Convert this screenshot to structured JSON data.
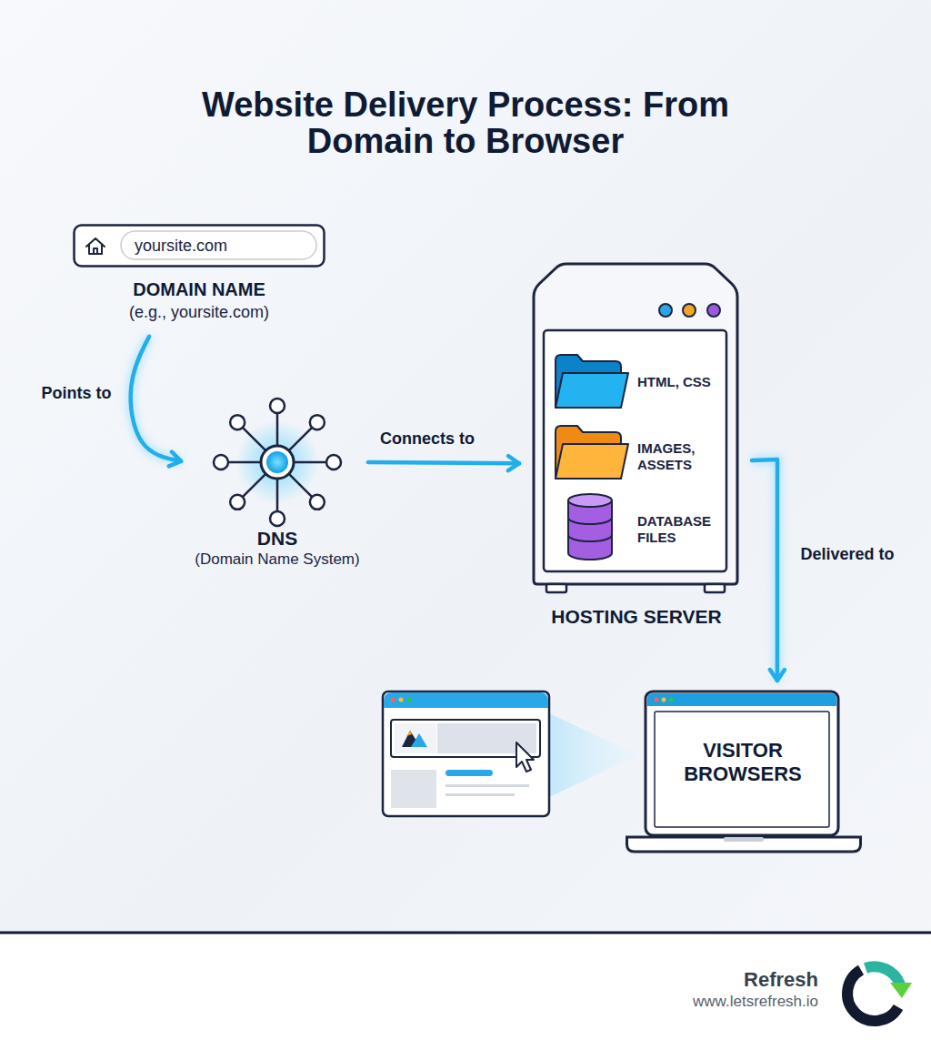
{
  "diagram": {
    "title": "Website Delivery Process: From Domain to Browser",
    "nodes": [
      {
        "text": [
          "yoursite.com",
          "DOMAIN NAME",
          "(e.g., yoursite.com)"
        ]
      },
      {
        "text": [
          "DNS",
          "(Domain Name System)"
        ]
      },
      {
        "text": [
          "HTML, CSS",
          "IMAGES, ASSETS",
          "DATABASE FILES",
          "HOSTING SERVER"
        ]
      },
      {
        "text": [
          "VISITOR BROWSERS"
        ]
      }
    ],
    "edges": [
      {
        "from": 0,
        "to": 1,
        "arrow": "to",
        "label": "Points to"
      },
      {
        "from": 1,
        "to": 2,
        "arrow": "to",
        "label": "Connects to"
      },
      {
        "from": 2,
        "to": 3,
        "arrow": "to",
        "label": "Delivered to"
      }
    ],
    "labels": [
      "Refresh",
      "www.letsrefresh.io"
    ]
  }
}
